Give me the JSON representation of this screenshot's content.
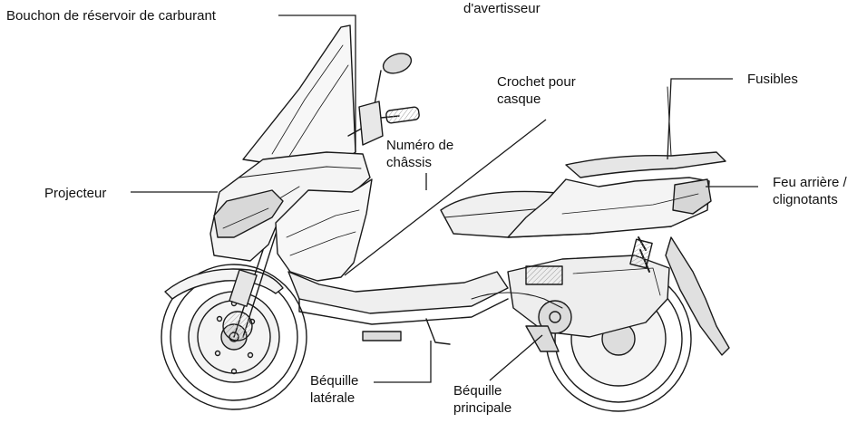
{
  "diagram": {
    "colors": {
      "line": "#1a1a1a",
      "fill": "#f4f4f4",
      "shade": "#cfcfcf",
      "ink": "#111111"
    },
    "labels": {
      "fuel_cap": "Bouchon de réservoir de carburant",
      "horn": "d'avertisseur",
      "helmet_hook_l1": "Crochet pour",
      "helmet_hook_l2": "casque",
      "fuses": "Fusibles",
      "frame_number_l1": "Numéro de",
      "frame_number_l2": "châssis",
      "headlight": "Projecteur",
      "tail_light_l1": "Feu arrière /",
      "tail_light_l2": "clignotants",
      "side_stand_l1": "Béquille",
      "side_stand_l2": "latérale",
      "main_stand_l1": "Béquille",
      "main_stand_l2": "principale"
    }
  }
}
